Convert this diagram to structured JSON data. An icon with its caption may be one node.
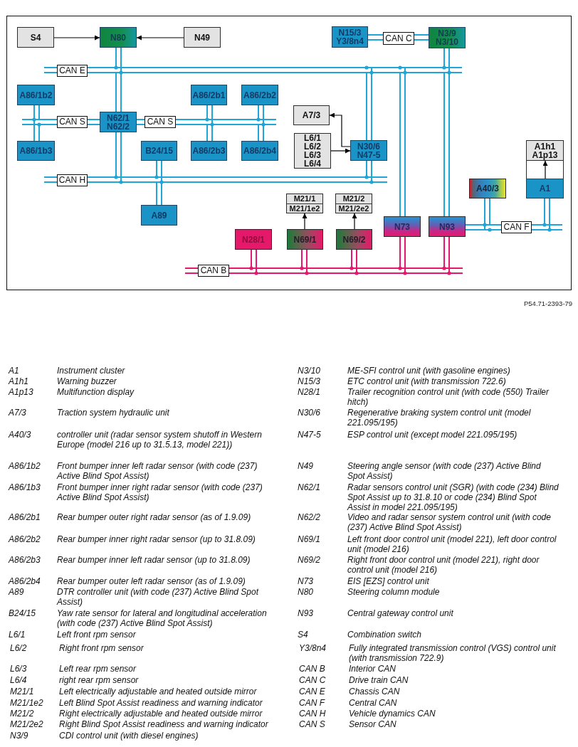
{
  "diagram": {
    "nodes": [
      {
        "text": [
          "S4"
        ]
      },
      {
        "text": [
          "N80"
        ]
      },
      {
        "text": [
          "N49"
        ]
      },
      {
        "text": [
          "N15/3",
          "Y3/8n4"
        ]
      },
      {
        "text": [
          "CAN C"
        ]
      },
      {
        "text": [
          "N3/9",
          "N3/10"
        ]
      },
      {
        "text": [
          "CAN E"
        ]
      },
      {
        "text": [
          "A86/1b2"
        ]
      },
      {
        "text": [
          "A86/2b1"
        ]
      },
      {
        "text": [
          "A86/2b2"
        ]
      },
      {
        "text": [
          "A7/3"
        ]
      },
      {
        "text": [
          "N62/1",
          "N62/2"
        ]
      },
      {
        "text": [
          "CAN S"
        ]
      },
      {
        "text": [
          "CAN S"
        ]
      },
      {
        "text": [
          "L6/1",
          "L6/2",
          "L6/3",
          "L6/4"
        ]
      },
      {
        "text": [
          "N30/6",
          "N47-5"
        ]
      },
      {
        "text": [],
        "shape": "box"
      },
      {
        "text": [
          "A1h1",
          "A1p13"
        ],
        "in": 16
      },
      {
        "text": [
          "A86/1b3"
        ]
      },
      {
        "text": [
          "B24/15"
        ]
      },
      {
        "text": [
          "A86/2b3"
        ]
      },
      {
        "text": [
          "A86/2b4"
        ]
      },
      {
        "text": [
          "CAN H"
        ]
      },
      {
        "text": [
          "A40/3"
        ]
      },
      {
        "text": [
          "A1"
        ],
        "in": 16
      },
      {
        "text": [
          "M21/1",
          "M21/1e2"
        ]
      },
      {
        "text": [
          "M21/2",
          "M21/2e2"
        ]
      },
      {
        "text": [
          "A89"
        ]
      },
      {
        "text": [
          "N73"
        ]
      },
      {
        "text": [
          "N93"
        ]
      },
      {
        "text": [
          "CAN F"
        ]
      },
      {
        "text": [
          "N28/1"
        ]
      },
      {
        "text": [
          "N69/1"
        ]
      },
      {
        "text": [
          "N69/2"
        ]
      },
      {
        "text": [
          "CAN B"
        ]
      }
    ],
    "edges": [
      {
        "from": 0,
        "to": 1,
        "arrow": "to",
        "color": "#000000"
      },
      {
        "from": 2,
        "to": 1,
        "arrow": "to",
        "color": "#000000"
      },
      {
        "from": 3,
        "to": 4,
        "arrow": "none"
      },
      {
        "from": 5,
        "to": 4,
        "arrow": "none"
      },
      {
        "from": null,
        "to": 6,
        "arrow": "none"
      },
      {
        "from": 1,
        "to": 6,
        "arrow": "none"
      },
      {
        "from": 11,
        "to": 6,
        "arrow": "none"
      },
      {
        "from": 15,
        "to": 6,
        "arrow": "none"
      },
      {
        "from": 28,
        "to": 6,
        "arrow": "none"
      },
      {
        "from": 5,
        "to": 6,
        "arrow": "none"
      },
      {
        "from": 29,
        "to": 6,
        "arrow": "none"
      },
      {
        "from": 6,
        "to": null,
        "arrow": "none"
      },
      {
        "from": null,
        "to": 12,
        "arrow": "none"
      },
      {
        "from": 7,
        "to": 12,
        "arrow": "none"
      },
      {
        "from": 18,
        "to": 12,
        "arrow": "none"
      },
      {
        "from": 12,
        "to": 11,
        "arrow": "none"
      },
      {
        "from": 11,
        "to": 13,
        "arrow": "none"
      },
      {
        "from": 8,
        "to": 13,
        "arrow": "none"
      },
      {
        "from": 20,
        "to": 13,
        "arrow": "none"
      },
      {
        "from": 9,
        "to": 13,
        "arrow": "none"
      },
      {
        "from": 21,
        "to": 13,
        "arrow": "none"
      },
      {
        "from": 13,
        "to": null,
        "arrow": "none"
      },
      {
        "from": 15,
        "to": 10,
        "arrow": "to",
        "color": "#000000"
      },
      {
        "from": 14,
        "to": 15,
        "arrow": "to",
        "color": "#000000"
      },
      {
        "from": 24,
        "to": 17,
        "arrow": "to",
        "color": "#000000"
      },
      {
        "from": null,
        "to": 22,
        "arrow": "none"
      },
      {
        "from": 11,
        "to": 22,
        "arrow": "none"
      },
      {
        "from": 19,
        "to": 22,
        "arrow": "none"
      },
      {
        "from": 27,
        "to": 22,
        "arrow": "none"
      },
      {
        "from": 15,
        "to": 22,
        "arrow": "none"
      },
      {
        "from": 22,
        "to": null,
        "arrow": "none"
      },
      {
        "from": 23,
        "to": 30,
        "arrow": "none"
      },
      {
        "from": 24,
        "to": 30,
        "arrow": "none"
      },
      {
        "from": 29,
        "to": 30,
        "arrow": "none"
      },
      {
        "from": 30,
        "to": null,
        "arrow": "none"
      },
      {
        "from": 32,
        "to": 25,
        "arrow": "to",
        "color": "#000000"
      },
      {
        "from": 33,
        "to": 26,
        "arrow": "to",
        "color": "#000000"
      },
      {
        "from": null,
        "to": 34,
        "arrow": "none",
        "color": "#e5176f"
      },
      {
        "from": 31,
        "to": 34,
        "arrow": "none",
        "color": "#e5176f"
      },
      {
        "from": 32,
        "to": 34,
        "arrow": "none",
        "color": "#e5176f"
      },
      {
        "from": 33,
        "to": 34,
        "arrow": "none",
        "color": "#e5176f"
      },
      {
        "from": 28,
        "to": 34,
        "arrow": "none",
        "color": "#e5176f"
      },
      {
        "from": 29,
        "to": 34,
        "arrow": "none",
        "color": "#e5176f"
      },
      {
        "from": 34,
        "to": null,
        "arrow": "none",
        "color": "#e5176f"
      }
    ],
    "labels": [
      "P54.71-2393-79",
      "A1",
      "Instrument cluster",
      "A1h1",
      "Warning buzzer",
      "A1p13",
      "Multifunction display",
      "A7/3",
      "Traction system hydraulic unit",
      "A40/3",
      "controller unit (radar sensor system shutoff in Western Europe (model 216 up to 31.5.13, model 221))",
      "A86/1b2",
      "Front bumper inner left radar sensor (with code (237) Active Blind Spot Assist)",
      "A86/1b3",
      "Front bumper inner right radar sensor (with code (237) Active Blind Spot Assist)",
      "A86/2b1",
      "Rear bumper outer right radar sensor (as of 1.9.09)",
      "A86/2b2",
      "Rear bumper inner right radar sensor (up to 31.8.09)",
      "A86/2b3",
      "Rear bumper inner left radar sensor (up to 31.8.09)",
      "A86/2b4",
      "Rear bumper outer left radar sensor (as of 1.9.09)",
      "A89",
      "DTR controller unit (with code (237) Active Blind Spot Assist)",
      "B24/15",
      "Yaw rate sensor for lateral and longitudinal acceleration (with code (237) Active Blind Spot Assist)",
      "L6/1",
      "Left front rpm sensor",
      "L6/2",
      "Right front rpm sensor",
      "L6/3",
      "Left rear rpm sensor",
      "L6/4",
      "right rear rpm sensor",
      "M21/1",
      "Left electrically adjustable and heated outside mirror",
      "M21/1e2",
      "Left Blind Spot Assist readiness and warning indicator",
      "M21/2",
      "Right electrically adjustable and heated outside mirror",
      "M21/2e2",
      "Right Blind Spot Assist readiness and warning indicator",
      "N3/9",
      "CDI control unit (with diesel engines)",
      "N3/10",
      "ME-SFI control unit (with gasoline engines)",
      "N15/3",
      "ETC control unit (with transmission 722.6)",
      "N28/1",
      "Trailer recognition control unit (with code (550) Trailer hitch)",
      "N30/6",
      "Regenerative braking system control unit (model 221.095/195)",
      "N47-5",
      "ESP control unit (except model 221.095/195)",
      "N49",
      "Steering angle sensor (with code (237) Active Blind Spot Assist)",
      "N62/1",
      "Radar sensors control unit (SGR) (with code (234) Blind Spot Assist up to 31.8.10 or code (234) Blind Spot Assist in model 221.095/195)",
      "N62/2",
      "Video and radar sensor system control unit (with code (237) Active Blind Spot Assist)",
      "N69/1",
      "Left front door control unit (model 221), left door control unit (model 216)",
      "N69/2",
      "Right front door control unit (model 221), right door control unit (model 216)",
      "N73",
      "EIS [EZS] control unit",
      "N80",
      "Steering column module",
      "N93",
      "Central gateway control unit",
      "S4",
      "Combination switch",
      "Y3/8n4",
      "Fully integrated transmission control (VGS) control unit (with transmission 722.9)",
      "CAN B",
      "Interior CAN",
      "CAN C",
      "Drive train CAN",
      "CAN E",
      "Chassis CAN",
      "CAN F",
      "Central CAN",
      "CAN H",
      "Vehicle dynamics CAN",
      "CAN S",
      "Sensor CAN"
    ]
  }
}
